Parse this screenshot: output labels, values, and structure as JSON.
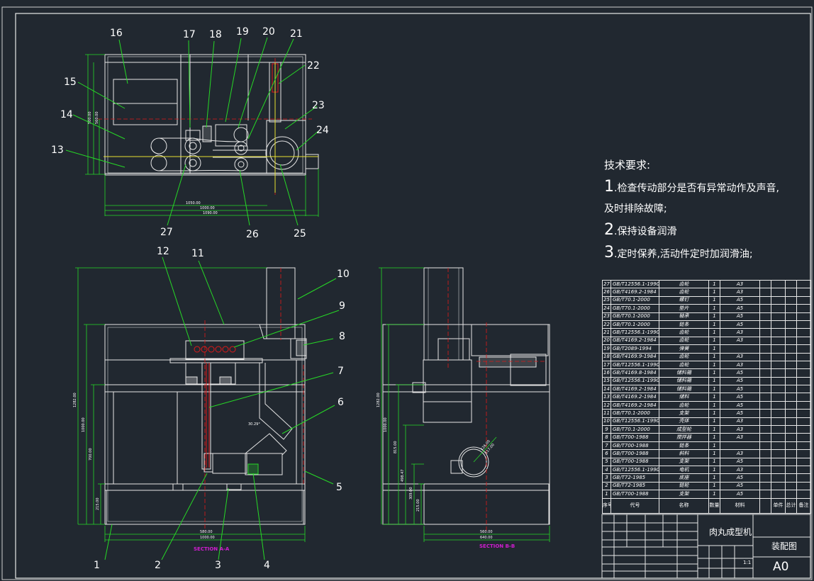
{
  "drawing": {
    "callouts_top": [
      "16",
      "17",
      "18",
      "19",
      "20",
      "21",
      "22",
      "23",
      "24",
      "13",
      "14",
      "15",
      "25",
      "26",
      "27"
    ],
    "callouts_front": [
      "1",
      "2",
      "3",
      "4",
      "5",
      "6",
      "7",
      "8",
      "9",
      "10",
      "11",
      "12"
    ],
    "section_a": "SECTION A-A",
    "section_b": "SECTION B-B",
    "dim_angle": "30.29°",
    "dims_top": [
      "1050.00",
      "1000.00",
      "1090.00",
      "500.00",
      "560.00"
    ],
    "dims_front": [
      "1282.00",
      "1000.00",
      "700.00",
      "215.00",
      "1000.00",
      "580.00"
    ],
    "dims_side": [
      "1282.00",
      "1000.00",
      "815.00",
      "498.47",
      "309.00",
      "215.00",
      "560.00",
      "640.00",
      "126.00",
      "117.00"
    ]
  },
  "notes": {
    "title": "技术要求:",
    "lines": [
      {
        "num": "1",
        "text": ".检查传动部分是否有异常动作及声音,"
      },
      {
        "num": "",
        "text": "及时排除故障;"
      },
      {
        "num": "2",
        "text": ".保持设备润滑"
      },
      {
        "num": "3",
        "text": ".定时保养,活动件定时加润滑油;"
      }
    ]
  },
  "bom": {
    "rows": [
      [
        "27",
        "GB/T12556.1-1990",
        "齿轮",
        "1",
        "A3"
      ],
      [
        "26",
        "GB/T4169.2-1984",
        "齿轮",
        "1",
        "A3"
      ],
      [
        "25",
        "GB/T70.1-2000",
        "螺钉",
        "1",
        "A5"
      ],
      [
        "24",
        "GB/T70.1-2000",
        "垫片",
        "1",
        "A5"
      ],
      [
        "23",
        "GB/T70.1-2000",
        "轴承",
        "1",
        "A5"
      ],
      [
        "22",
        "GB/T70.1-2000",
        "链条",
        "1",
        "A5"
      ],
      [
        "21",
        "GB/T12556.1-1990",
        "齿轮",
        "1",
        "A3"
      ],
      [
        "20",
        "GB/T4169.2-1984",
        "齿轮",
        "1",
        "A3"
      ],
      [
        "19",
        "GB/T2089-1994",
        "弹簧",
        "1",
        ""
      ],
      [
        "18",
        "GB/T4169.9-1984",
        "齿轮",
        "1",
        "A3"
      ],
      [
        "17",
        "GB/T12556.1-1990",
        "齿轮",
        "1",
        "A3"
      ],
      [
        "16",
        "GB/T4169.8-1984",
        "储料箱",
        "1",
        "A5"
      ],
      [
        "15",
        "GB/T12556.1-1990",
        "储料箱",
        "1",
        "A5"
      ],
      [
        "14",
        "GB/T4169.2-1984",
        "储料箱",
        "1",
        "A5"
      ],
      [
        "13",
        "GB/T4169.2-1984",
        "储料",
        "1",
        "A5"
      ],
      [
        "12",
        "GB/T4169.2-1984",
        "齿轮",
        "1",
        "A5"
      ],
      [
        "11",
        "GB/T70.1-2000",
        "支架",
        "1",
        "A5"
      ],
      [
        "10",
        "GB/T12556.1-1990",
        "壳体",
        "1",
        "A3"
      ],
      [
        "9",
        "GB/T70.1-2000",
        "成型轮",
        "1",
        "A3"
      ],
      [
        "8",
        "GB/T700-1988",
        "搅拌器",
        "1",
        "A3"
      ],
      [
        "7",
        "GB/T700-1988",
        "链条",
        "1",
        ""
      ],
      [
        "6",
        "GB/T700-1988",
        "斜料",
        "1",
        "A3"
      ],
      [
        "5",
        "GB/T700-1988",
        "支架",
        "1",
        "A5"
      ],
      [
        "4",
        "GB/T12556.1-1990",
        "电机",
        "1",
        "A3"
      ],
      [
        "3",
        "GB/T72-1985",
        "底座",
        "1",
        "A5"
      ],
      [
        "2",
        "GB/T72-1985",
        "链轮",
        "1",
        "A5"
      ],
      [
        "1",
        "GB/T700-1988",
        "支架",
        "1",
        "A5"
      ]
    ],
    "header": [
      "序号",
      "代号",
      "名称",
      "数量",
      "材料",
      "",
      "单件",
      "总计",
      "备注"
    ]
  },
  "title_block": {
    "product": "肉丸成型机",
    "drawing_type": "装配图",
    "size": "A0",
    "scale": "1:1"
  },
  "colors": {
    "background": "#212830",
    "line": "#e8e8e8",
    "callout": "#26d826",
    "centerline": "#e01818",
    "object": "#e6e6e6",
    "section_label": "#d01cd0"
  }
}
